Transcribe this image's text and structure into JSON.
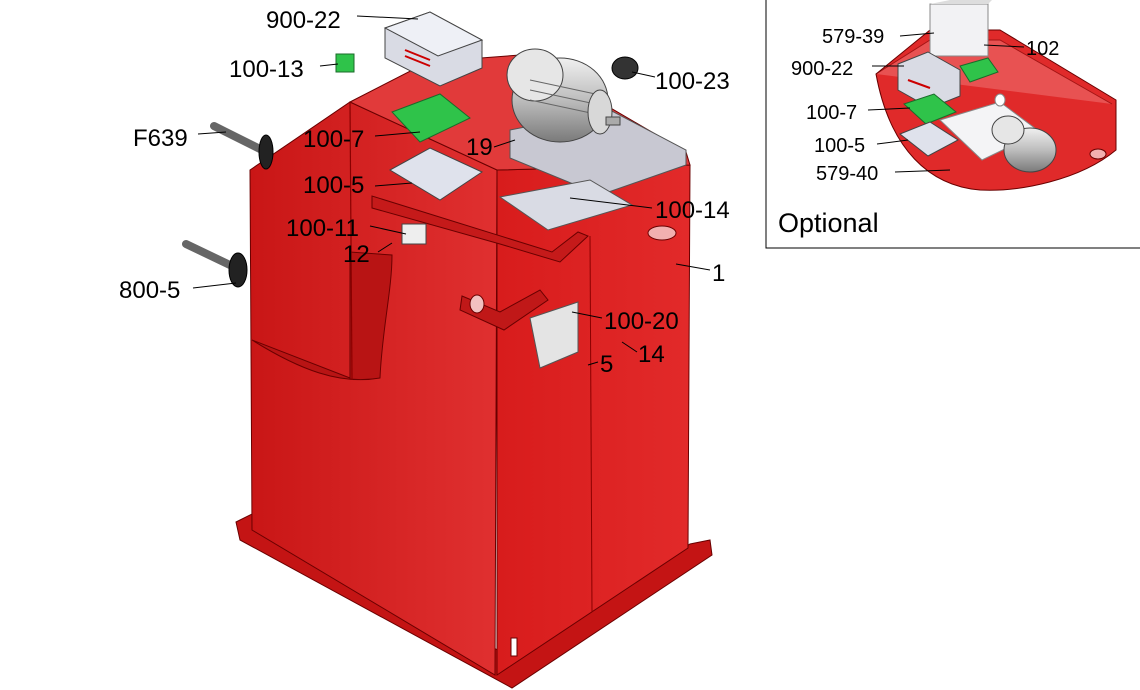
{
  "main_labels": {
    "l900_22": "900-22",
    "l100_13": "100-13",
    "l100_23": "100-23",
    "lF639": "F639",
    "l100_7": "100-7",
    "l19": "19",
    "l100_5": "100-5",
    "l100_14": "100-14",
    "l100_11": "100-11",
    "l12": "12",
    "l1": "1",
    "l800_5": "800-5",
    "l100_20": "100-20",
    "l14": "14",
    "l5": "5"
  },
  "inset": {
    "caption": "Optional",
    "labels": {
      "l579_39": "579-39",
      "l102": "102",
      "l900_22": "900-22",
      "l100_7": "100-7",
      "l100_5": "100-5",
      "l579_40": "579-40"
    }
  },
  "colors": {
    "cabinet_red": "#dd2020",
    "cabinet_dark": "#a81010",
    "board_green": "#2fc34a",
    "cover_grey": "#d9dbe4",
    "motor_grey": "#c9c9c9"
  }
}
